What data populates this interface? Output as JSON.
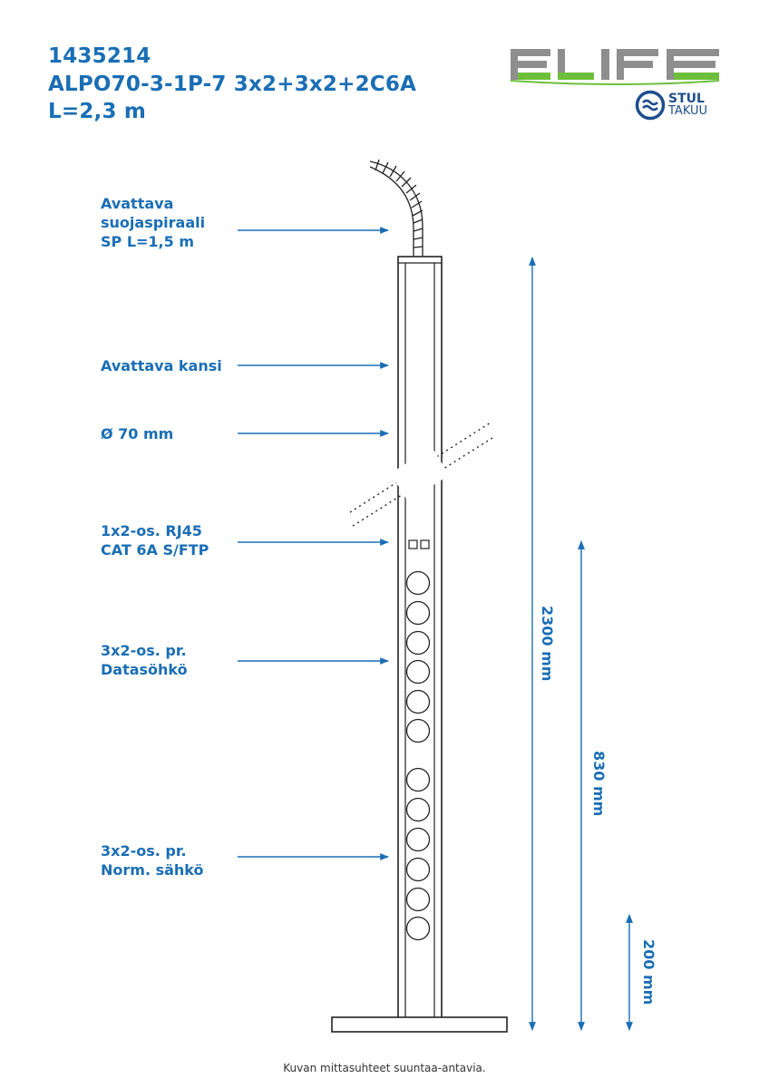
{
  "header": {
    "product_code": "1435214",
    "model": "ALPO70-3-1P-7 3x2+3x2+2C6A",
    "length": "L=2,3 m"
  },
  "brand": {
    "logo_text": "ELIFE",
    "guarantee_name": "STUL",
    "guarantee_sub": "TAKUU",
    "colors": {
      "logo_gray": "#8e8e8e",
      "logo_green": "#6cbf3a",
      "logo_blue": "#1e4e8c"
    }
  },
  "callouts": [
    {
      "lines": [
        "Avattava",
        "suojaspiraali",
        "SP L=1,5 m"
      ]
    },
    {
      "lines": [
        "Avattava kansi"
      ]
    },
    {
      "lines": [
        "Ø 70 mm"
      ]
    },
    {
      "lines": [
        "1x2-os. RJ45",
        "CAT 6A S/FTP"
      ]
    },
    {
      "lines": [
        "3x2-os. pr.",
        "Datasöhkö"
      ]
    },
    {
      "lines": [
        "3x2-os. pr.",
        "Norm. sähkö"
      ]
    }
  ],
  "dimensions": {
    "total": "2300 mm",
    "outlets_top": "830 mm",
    "outlets_bottom": "200 mm"
  },
  "footnote": "Kuvan mittasuhteet suuntaa-antavia.",
  "colors": {
    "accent": "#1a6eb5",
    "line": "#222222"
  }
}
